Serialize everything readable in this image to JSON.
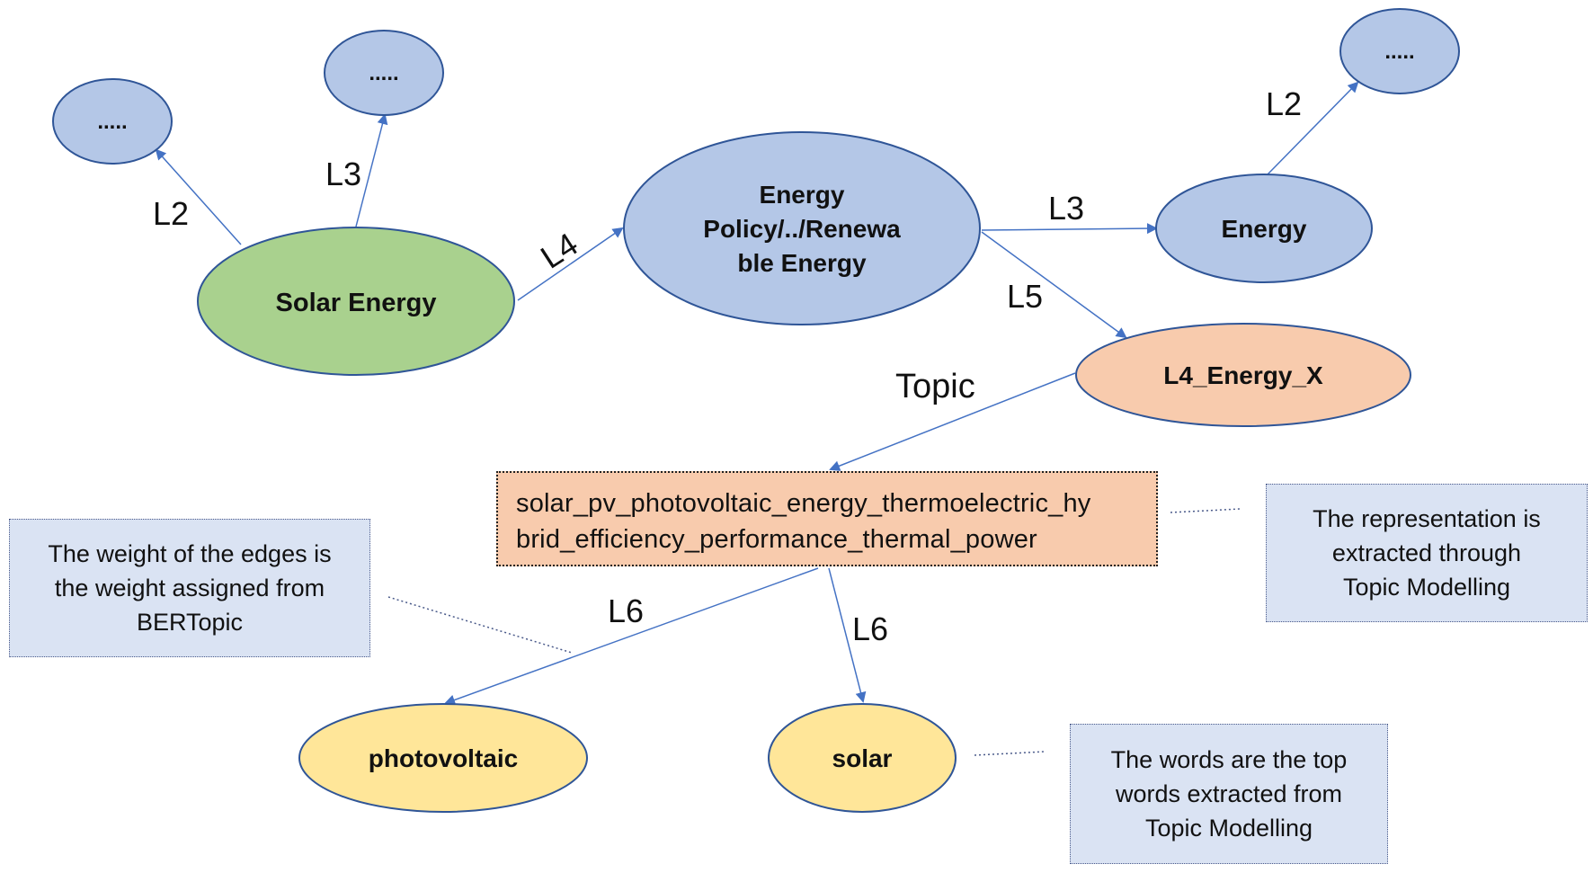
{
  "nodes": {
    "solar_energy": "Solar Energy",
    "energy_policy": "Energy\nPolicy/../Renewa\nble Energy",
    "energy": "Energy",
    "l4_energy_x": "L4_Energy_X",
    "ellipsis_left": ".....",
    "ellipsis_mid": ".....",
    "ellipsis_right": ".....",
    "photovoltaic": "photovoltaic",
    "solar": "solar"
  },
  "edge_labels": {
    "solar_to_left": "L2",
    "solar_to_mid": "L3",
    "solar_to_policy": "L4",
    "policy_to_energy": "L3",
    "energy_to_right": "L2",
    "policy_to_l4": "L5",
    "l4_to_topic": "Topic",
    "topic_to_photovoltaic": "L6",
    "topic_to_solar": "L6"
  },
  "topic_box": {
    "line1": "solar_pv_photovoltaic_energy_thermoelectric_hy",
    "line2": "brid_efficiency_performance_thermal_power"
  },
  "notes": {
    "edge_weight": "The weight of the edges is\nthe weight assigned from\nBERTopic",
    "representation": "The representation is\nextracted through\nTopic Modelling",
    "words": "The words are the top\nwords extracted from\nTopic Modelling"
  },
  "colors": {
    "blue_node": "#b4c7e7",
    "green_node": "#a9d18e",
    "orange_node": "#f8cbad",
    "yellow_node": "#ffe699",
    "node_border": "#2f5597",
    "edge": "#4472c4",
    "note_fill": "#dae3f3"
  }
}
